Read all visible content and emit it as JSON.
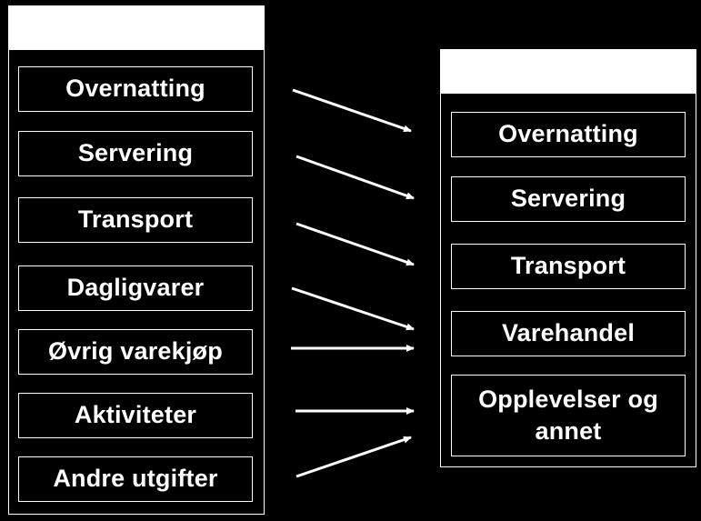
{
  "left_panel": {
    "header_text": "",
    "items": [
      {
        "label": "Overnatting"
      },
      {
        "label": "Servering"
      },
      {
        "label": "Transport"
      },
      {
        "label": "Dagligvarer"
      },
      {
        "label": "Øvrig varekjøp"
      },
      {
        "label": "Aktiviteter"
      },
      {
        "label": "Andre utgifter"
      }
    ]
  },
  "right_panel": {
    "header_text": "",
    "items": [
      {
        "label": "Overnatting"
      },
      {
        "label": "Servering"
      },
      {
        "label": "Transport"
      },
      {
        "label": "Varehandel"
      },
      {
        "label": "Opplevelser og annet"
      }
    ]
  },
  "mapping": [
    {
      "from": "Overnatting",
      "to": "Overnatting"
    },
    {
      "from": "Servering",
      "to": "Servering"
    },
    {
      "from": "Transport",
      "to": "Transport"
    },
    {
      "from": "Dagligvarer",
      "to": "Varehandel"
    },
    {
      "from": "Øvrig varekjøp",
      "to": "Varehandel"
    },
    {
      "from": "Aktiviteter",
      "to": "Opplevelser og annet"
    },
    {
      "from": "Andre utgifter",
      "to": "Opplevelser og annet"
    }
  ],
  "colors": {
    "background": "#000000",
    "foreground": "#ffffff"
  }
}
